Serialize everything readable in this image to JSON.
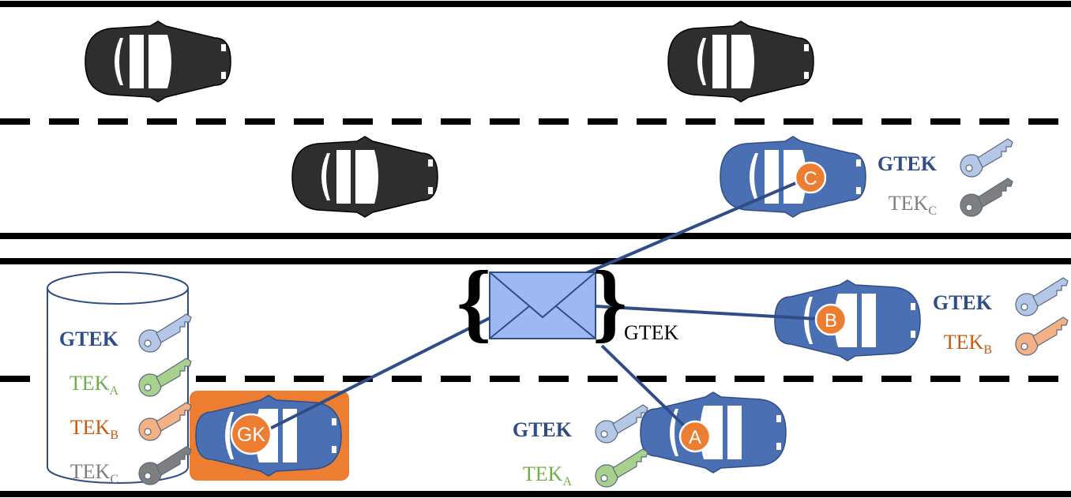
{
  "colors": {
    "road_line": "#000000",
    "car_dark": "#2e2e2e",
    "car_blue": "#4a6fb3",
    "car_blue_stroke": "#2f4d86",
    "node_orange": "#ed7d31",
    "gk_highlight": "#ed7d31",
    "envelope_fill": "#9db8f2",
    "link_line": "#2f4d86",
    "gtek_text": "#2f4d86",
    "tek_a_text": "#70ad47",
    "tek_b_text": "#c55a11",
    "tek_c_text": "#7f7f7f",
    "key_gtek": "#b4c7e7",
    "key_tek_a": "#a9d18e",
    "key_tek_b": "#f4b183",
    "key_tek_c": "#7f7f7f"
  },
  "nodes": {
    "gk": "GK",
    "a": "A",
    "b": "B",
    "c": "C"
  },
  "message": {
    "open_brace": "{",
    "close_brace": "}",
    "label": "GTEK"
  },
  "database": {
    "keys": [
      {
        "base": "GTEK",
        "sub": "",
        "style": "gtek"
      },
      {
        "base": "TEK",
        "sub": "A",
        "style": "tek-a"
      },
      {
        "base": "TEK",
        "sub": "B",
        "style": "tek-b"
      },
      {
        "base": "TEK",
        "sub": "C",
        "style": "tek-c"
      }
    ]
  },
  "vehicle_keys": {
    "c": [
      {
        "base": "GTEK",
        "sub": "",
        "style": "gtek"
      },
      {
        "base": "TEK",
        "sub": "C",
        "style": "tek-c"
      }
    ],
    "b": [
      {
        "base": "GTEK",
        "sub": "",
        "style": "gtek"
      },
      {
        "base": "TEK",
        "sub": "B",
        "style": "tek-b"
      }
    ],
    "a": [
      {
        "base": "GTEK",
        "sub": "",
        "style": "gtek"
      },
      {
        "base": "TEK",
        "sub": "A",
        "style": "tek-a"
      }
    ]
  }
}
